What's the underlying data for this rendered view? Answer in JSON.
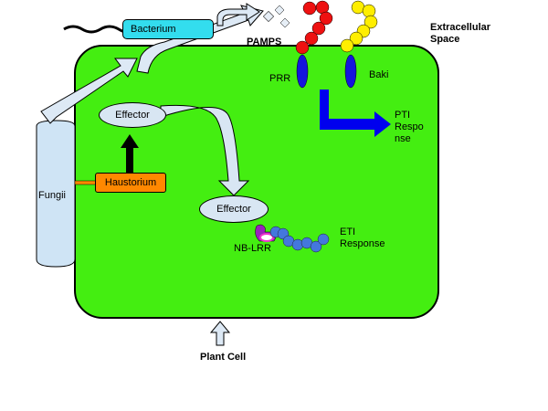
{
  "labels": {
    "bacterium": "Bacterium",
    "pamps": "PAMPS",
    "extracellular_line1": "Extracellular",
    "extracellular_line2": "Space",
    "prr": "PRR",
    "baki": "Baki",
    "pti_line1": "PTI",
    "pti_line2": "Respo",
    "pti_line3": "nse",
    "effector_top": "Effector",
    "effector_mid": "Effector",
    "haustorium": "Haustorium",
    "fungii": "Fungii",
    "nb_lrr": "NB-LRR",
    "eti_line1": "ETI",
    "eti_line2": "Response",
    "plant_cell": "Plant Cell"
  },
  "colors": {
    "cell_fill": "#44ee11",
    "bacterium_fill": "#33ddee",
    "haustorium_fill": "#ff8800",
    "fungii_fill": "#cfe4f5",
    "effector_fill": "#d8e6f3",
    "arrow_fill": "#dde9f5",
    "receptor_fill": "#1515dd",
    "pti_arrow": "#0000ee",
    "pamp_red": "#ee1111",
    "pamp_yellow": "#ffee00",
    "nb_lrr_beads": "#4477dd",
    "nb_lrr_purple": "#9922bb"
  },
  "icons": [
    "bacterium-flagellum-icon",
    "pamp-bead-chain-icon",
    "receptor-oval-icon",
    "upward-arrow-icon"
  ]
}
